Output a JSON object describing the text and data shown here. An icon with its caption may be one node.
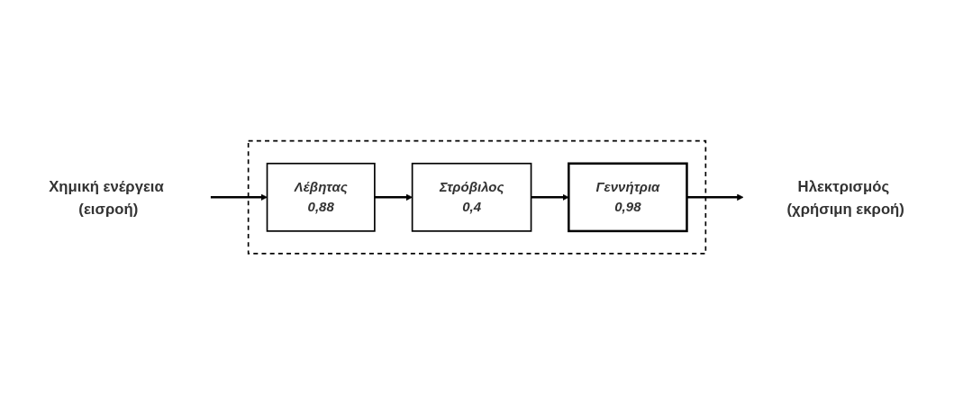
{
  "diagram": {
    "nodes": [
      {
        "text": [
          "Χημική ενέργεια (εισροή)"
        ]
      },
      {
        "text": [],
        "shape": "box"
      },
      {
        "text": [
          "Λέβητας",
          "0,88"
        ],
        "in": 1
      },
      {
        "text": [
          "Στρόβιλος",
          "0,4"
        ],
        "in": 1
      },
      {
        "text": [
          "Γεννήτρια",
          "0,98"
        ],
        "in": 1
      },
      {
        "text": [
          "Ηλεκτρισμός (χρήσιμη εκροή)"
        ]
      }
    ],
    "edges": [
      {
        "from": 0,
        "to": 2,
        "arrow": "to"
      },
      {
        "from": 2,
        "to": 3,
        "arrow": "to"
      },
      {
        "from": 3,
        "to": 4,
        "arrow": "to"
      },
      {
        "from": 4,
        "to": 5,
        "arrow": "to"
      }
    ]
  }
}
